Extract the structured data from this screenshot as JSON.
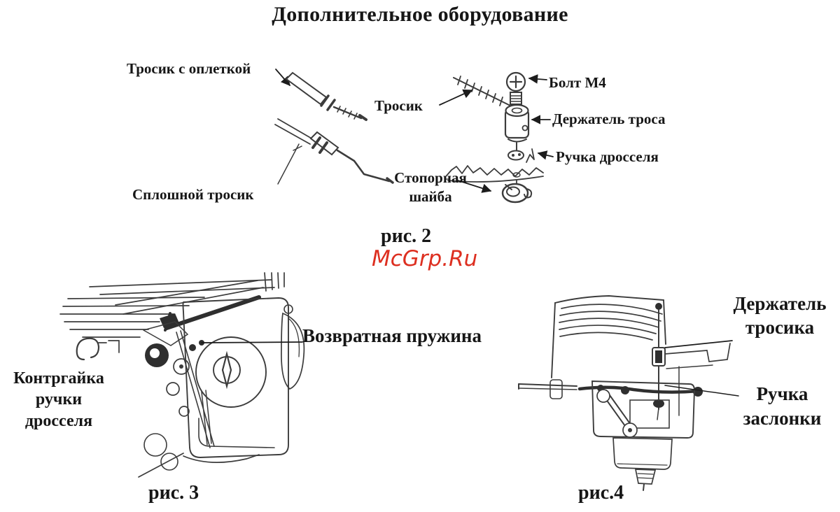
{
  "page": {
    "title": "Дополнительное оборудование",
    "watermark": "McGrp.Ru",
    "watermark_color": "#dd2f20",
    "ink_color": "#161616"
  },
  "fig2": {
    "caption": "рис. 2",
    "labels": {
      "braided_cable": "Тросик с оплеткой",
      "solid_cable": "Сплошной тросик",
      "cable": "Тросик",
      "bolt": "Болт М4",
      "cable_holder": "Держатель троса",
      "throttle_handle": "Ручка дросселя",
      "lock_washer": "Стопорная\nшайба"
    }
  },
  "fig3": {
    "caption": "рис. 3",
    "labels": {
      "return_spring": "Возвратная пружина",
      "throttle_locknut": "Контргайка\nручки\nдросселя"
    }
  },
  "fig4": {
    "caption": "рис.4",
    "labels": {
      "cable_holder": "Держатель\nтросика",
      "choke_handle": "Ручка\nзаслонки"
    }
  }
}
